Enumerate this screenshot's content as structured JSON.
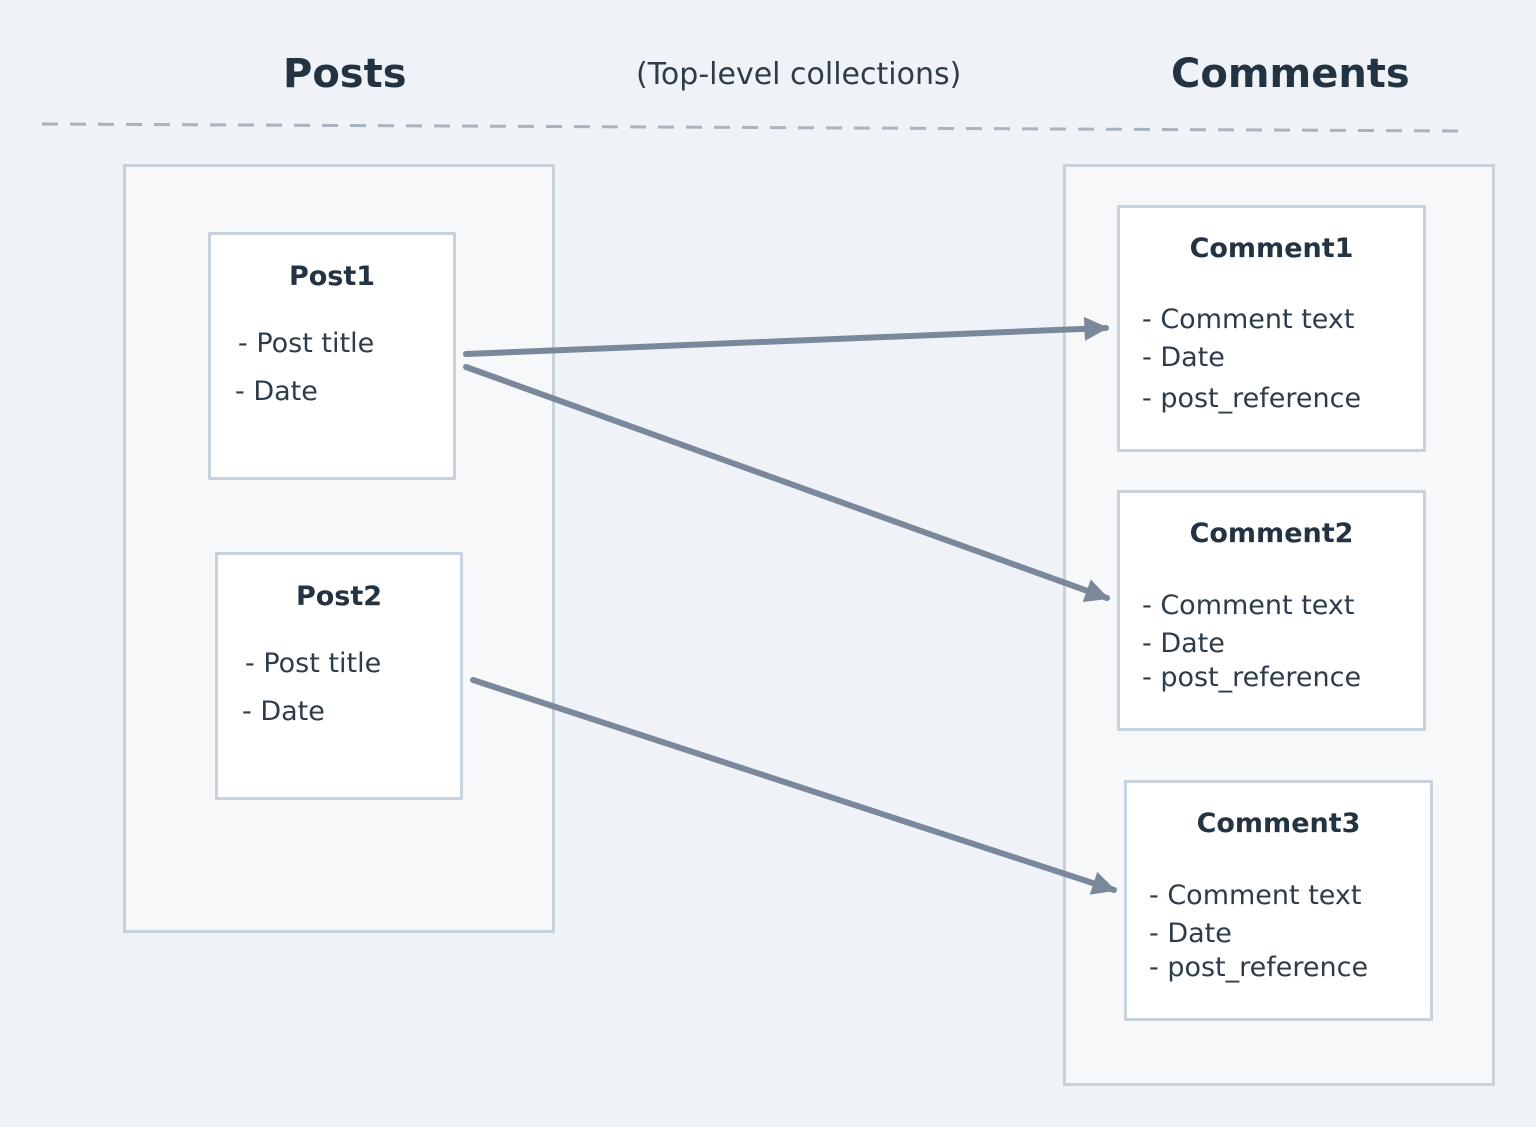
{
  "headings": {
    "posts": "Posts",
    "subtitle": "(Top-level collections)",
    "comments": "Comments"
  },
  "posts": [
    {
      "title": "Post1",
      "fields": [
        "- Post title",
        "- Date"
      ]
    },
    {
      "title": "Post2",
      "fields": [
        "- Post title",
        "- Date"
      ]
    }
  ],
  "comments": [
    {
      "title": "Comment1",
      "fields": [
        "- Comment text",
        "- Date",
        "- post_reference"
      ]
    },
    {
      "title": "Comment2",
      "fields": [
        "- Comment text",
        "- Date",
        "- post_reference"
      ]
    },
    {
      "title": "Comment3",
      "fields": [
        "- Comment text",
        "- Date",
        "- post_reference"
      ]
    }
  ],
  "links": [
    {
      "from": "Post1",
      "to": "Comment1"
    },
    {
      "from": "Post1",
      "to": "Comment2"
    },
    {
      "from": "Post2",
      "to": "Comment3"
    }
  ],
  "colors": {
    "background": "#eff3f7",
    "border": "#c8d2dc",
    "arrow": "#79889a",
    "text": "#243342"
  }
}
